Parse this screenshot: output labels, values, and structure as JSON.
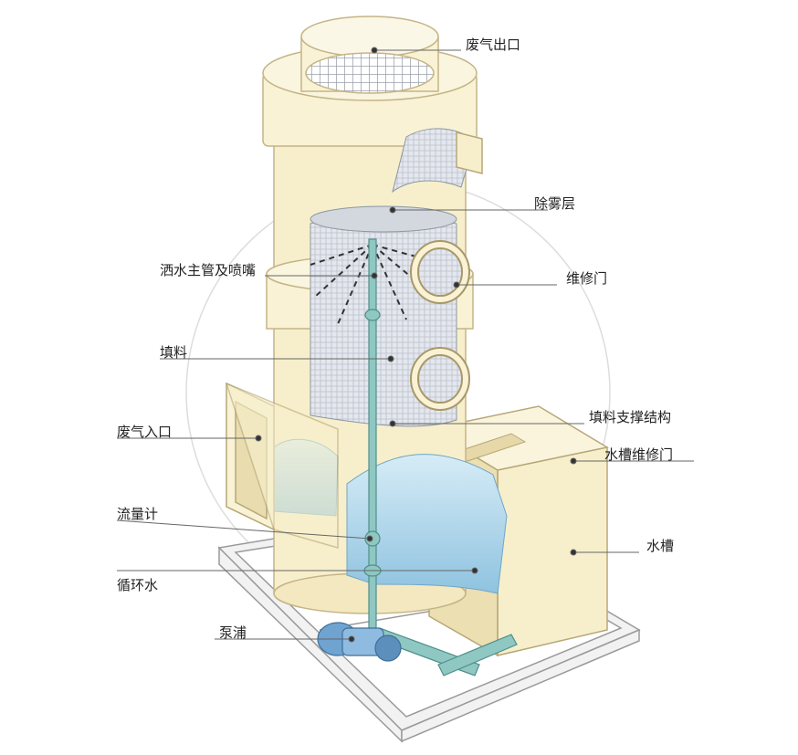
{
  "labels": {
    "exhaust_outlet": "废气出口",
    "demister_layer": "除雾层",
    "spray_main_pipe": "洒水主管及喷嘴",
    "maintenance_door_upper": "维修门",
    "packing": "填料",
    "packing_support": "填料支撑结构",
    "exhaust_inlet": "废气入口",
    "tank_maintenance_door": "水槽维修门",
    "flow_meter": "流量计",
    "water_tank": "水槽",
    "circulating_water": "循环水",
    "pump": "泵浦"
  },
  "colors": {
    "tower_body": "#f7efcb",
    "tower_shadow": "#ead9a6",
    "water": "#a9d3e8",
    "pipe": "#8fc7c2",
    "packing": "#dfe3ea",
    "frame": "#eeeeee"
  }
}
